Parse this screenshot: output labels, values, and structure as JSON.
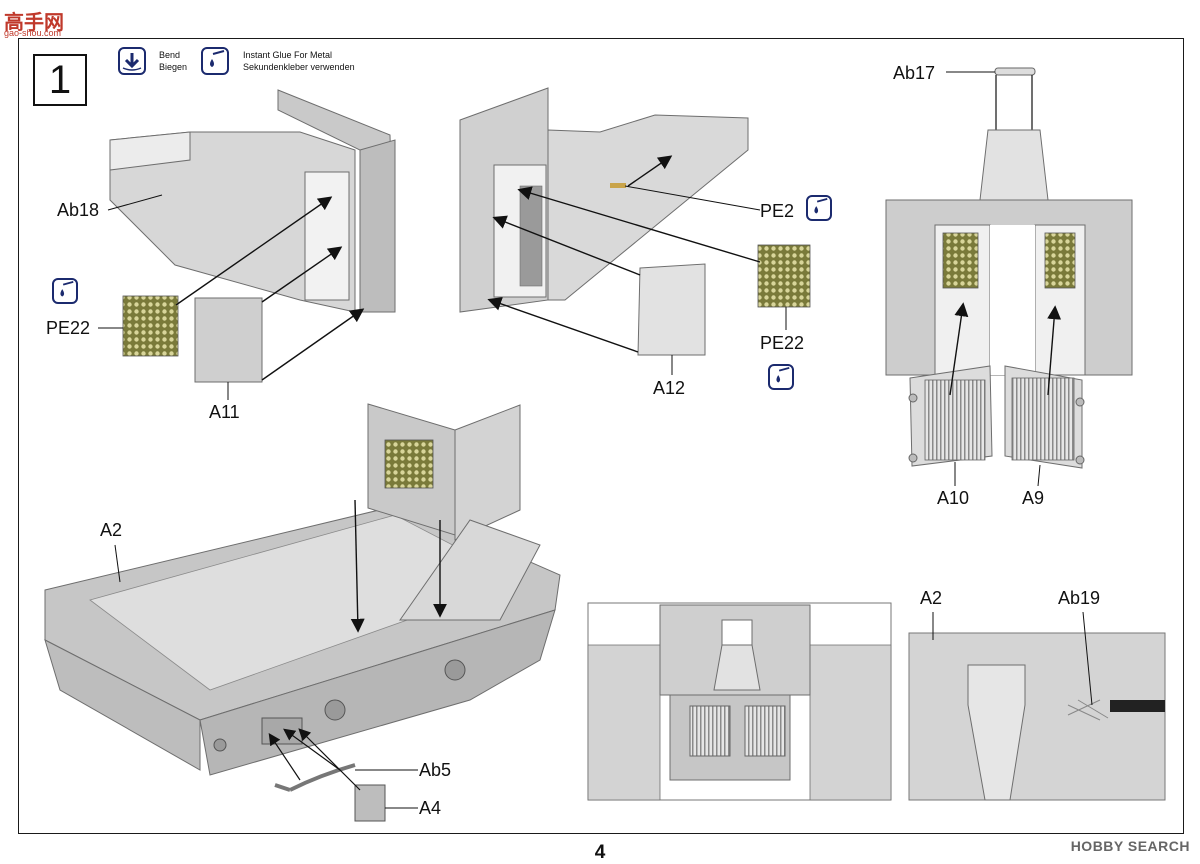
{
  "header": {
    "logo_text": "高手网",
    "logo_sub": "gao-shou.com"
  },
  "step": {
    "number": "1"
  },
  "legend": {
    "bend_en": "Bend",
    "bend_de": "Biegen",
    "glue_en": "Instant Glue For Metal",
    "glue_de": "Sekundenkleber verwenden"
  },
  "parts": {
    "ab18": "Ab18",
    "pe22_left": "PE22",
    "a11": "A11",
    "pe2": "PE2",
    "pe22_right": "PE22",
    "a12": "A12",
    "ab17": "Ab17",
    "a10": "A10",
    "a9": "A9",
    "a2_main": "A2",
    "ab5": "Ab5",
    "a4": "A4",
    "a2_detail": "A2",
    "ab19": "Ab19"
  },
  "footer": {
    "page_number": "4",
    "watermark": "HOBBY SEARCH"
  }
}
